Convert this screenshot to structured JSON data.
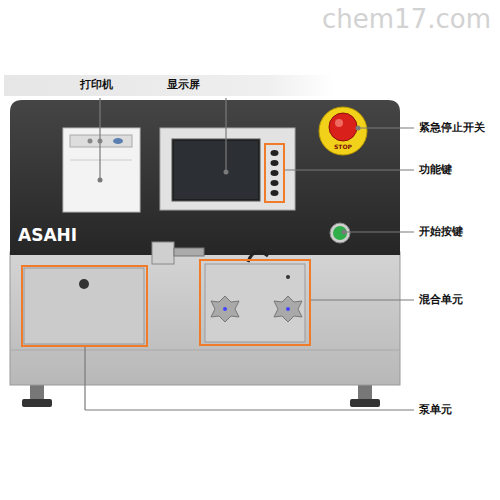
{
  "diagram": {
    "labels": [
      "chem17.com",
      "打印机",
      "显示屏",
      "紧急停止开关",
      "功能键",
      "开始按键",
      "混合单元",
      "泵单元",
      "ASAHI",
      "STOP"
    ]
  }
}
